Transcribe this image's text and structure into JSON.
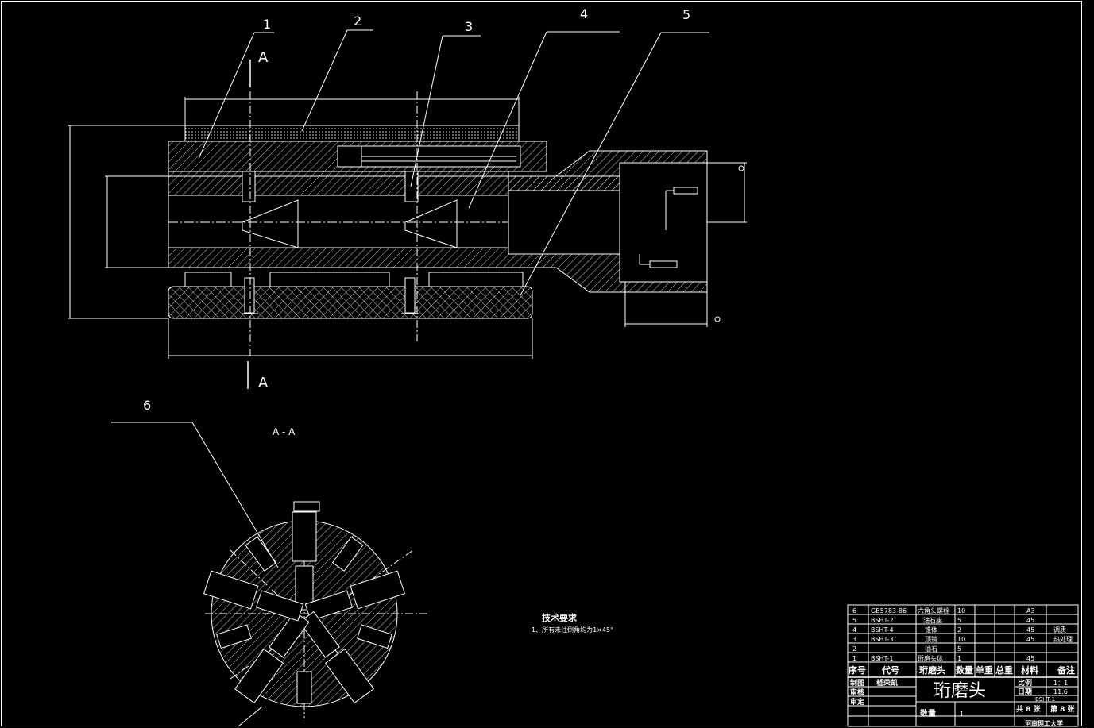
{
  "drawing": {
    "balloons": [
      "1",
      "2",
      "3",
      "4",
      "5",
      "6"
    ],
    "section_mark": "A",
    "section_view_title": "A - A",
    "tech_title": "技术要求",
    "tech_note": "1、所有未注倒角均为1×45°",
    "colors": {
      "background": "#000000",
      "lines": "#ffffff",
      "balloon_text": "#ffffff"
    }
  },
  "bom": {
    "rows": [
      {
        "no": "6",
        "code": "GB5783-86",
        "name": "六角头螺栓",
        "qty": "10",
        "unit_weight": "",
        "total_weight": "",
        "material": "A3",
        "remark": ""
      },
      {
        "no": "5",
        "code": "BSHT-2",
        "name": "油石座",
        "qty": "5",
        "unit_weight": "",
        "total_weight": "",
        "material": "45",
        "remark": ""
      },
      {
        "no": "4",
        "code": "BSHT-4",
        "name": "锥体",
        "qty": "2",
        "unit_weight": "",
        "total_weight": "",
        "material": "45",
        "remark": "调质"
      },
      {
        "no": "3",
        "code": "BSHT-3",
        "name": "顶销",
        "qty": "10",
        "unit_weight": "",
        "total_weight": "",
        "material": "45",
        "remark": "热处理"
      },
      {
        "no": "2",
        "code": "",
        "name": "油石",
        "qty": "5",
        "unit_weight": "",
        "total_weight": "",
        "material": "",
        "remark": ""
      },
      {
        "no": "1",
        "code": "BSHT-1",
        "name": "珩磨头体",
        "qty": "1",
        "unit_weight": "",
        "total_weight": "",
        "material": "45",
        "remark": ""
      }
    ],
    "header": {
      "no": "序号",
      "code": "代号",
      "name": "珩磨头",
      "qty": "数量",
      "unit_weight": "单重",
      "total_weight": "总重",
      "material": "材料",
      "remark": "备注"
    }
  },
  "title_block": {
    "title": "珩磨头",
    "draw_label": "制图",
    "drawer": "嵇荣凯",
    "review_label": "审核",
    "approve_label": "审定",
    "qty_label": "数量",
    "qty_value": "1",
    "scale_label": "比例",
    "scale_value": "1：1",
    "date_label": "日期",
    "date_value": "11.6",
    "drawing_no": "BSHT-1",
    "sheets_total": "共 8 张",
    "sheet_no": "第 8 张",
    "school": "河南理工大学"
  }
}
